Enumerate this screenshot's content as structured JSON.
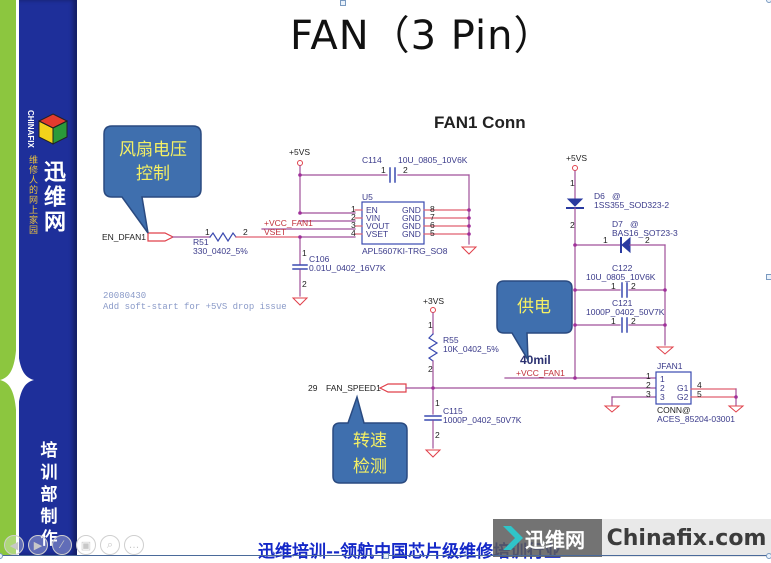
{
  "slide": {
    "title": "FAN（3 Pin）",
    "schematic_title": "FAN1 Conn",
    "sidebar": {
      "brand_cn": "迅维网",
      "brand_en": "CHINAFIX",
      "slogan": "维修人的网上家园",
      "dept": [
        "培",
        "训",
        "部",
        "制",
        "作"
      ]
    },
    "footer_slogan": "迅维培训--领航中国芯片级维修培训行业",
    "watermark": {
      "cn": "迅维网",
      "en": "Chinafix.com"
    }
  },
  "callouts": {
    "voltage_control": [
      "风扇电压",
      "控制"
    ],
    "power_supply": [
      "供电"
    ],
    "speed_detect": [
      "转速",
      "检测"
    ]
  },
  "schematic": {
    "nets": {
      "en_dfan1": "EN_DFAN1",
      "vcc_fan1": "+VCC_FAN1",
      "vset": "VSET",
      "fan_speed1": "FAN_SPEED1",
      "fan_speed_pin": "29",
      "p5vs": "+5VS",
      "p3vs": "+3VS",
      "width_note": "40mil"
    },
    "r51": {
      "ref": "R51",
      "value": "330_0402_5%",
      "pin1": "1",
      "pin2": "2"
    },
    "c114": {
      "ref": "C114",
      "value": "10U_0805_10V6K",
      "pin1": "1",
      "pin2": "2"
    },
    "u5": {
      "ref": "U5",
      "part": "APL5607KI-TRG_SO8",
      "left_pins": [
        {
          "num": "1",
          "name": "EN"
        },
        {
          "num": "2",
          "name": "VIN"
        },
        {
          "num": "3",
          "name": "VOUT"
        },
        {
          "num": "4",
          "name": "VSET"
        }
      ],
      "right_pins": [
        {
          "num": "8",
          "name": "GND"
        },
        {
          "num": "7",
          "name": "GND"
        },
        {
          "num": "6",
          "name": "GND"
        },
        {
          "num": "5",
          "name": "GND"
        }
      ]
    },
    "c106": {
      "ref": "C106",
      "value": "0.01U_0402_16V7K",
      "pin1": "1",
      "pin2": "2"
    },
    "note": [
      "20080430",
      "Add soft-start for +5VS drop issue"
    ],
    "d6": {
      "ref": "D6",
      "mark": "@",
      "value": "1SS355_SOD323-2",
      "pin1": "1",
      "pin2": "2"
    },
    "d7": {
      "ref": "D7",
      "mark": "@",
      "value": "BAS16_SOT23-3",
      "pin1": "1",
      "pin2": "2"
    },
    "c122": {
      "ref": "C122",
      "value": "10U_0805_10V6K",
      "pin1": "1",
      "pin2": "2"
    },
    "c121": {
      "ref": "C121",
      "value": "1000P_0402_50V7K",
      "pin1": "1",
      "pin2": "2"
    },
    "r55": {
      "ref": "R55",
      "value": "10K_0402_5%",
      "pin1": "1",
      "pin2": "2"
    },
    "c115": {
      "ref": "C115",
      "value": "1000P_0402_50V7K",
      "pin1": "1",
      "pin2": "2"
    },
    "jfan1": {
      "ref": "JFAN1",
      "part1": "CONN@",
      "part2": "ACES_85204-03001",
      "pins": [
        "1",
        "2",
        "3",
        "4",
        "5"
      ],
      "inner": [
        "1",
        "2",
        "3",
        "G1",
        "G2"
      ]
    }
  },
  "nav_controls": [
    {
      "icon": "prev-icon",
      "glyph": "◀"
    },
    {
      "icon": "next-icon",
      "glyph": "▶"
    },
    {
      "icon": "pen-icon",
      "glyph": "∕"
    },
    {
      "icon": "slides-icon",
      "glyph": "▣"
    },
    {
      "icon": "zoom-icon",
      "glyph": "⌕"
    },
    {
      "icon": "more-icon",
      "glyph": "…"
    }
  ]
}
